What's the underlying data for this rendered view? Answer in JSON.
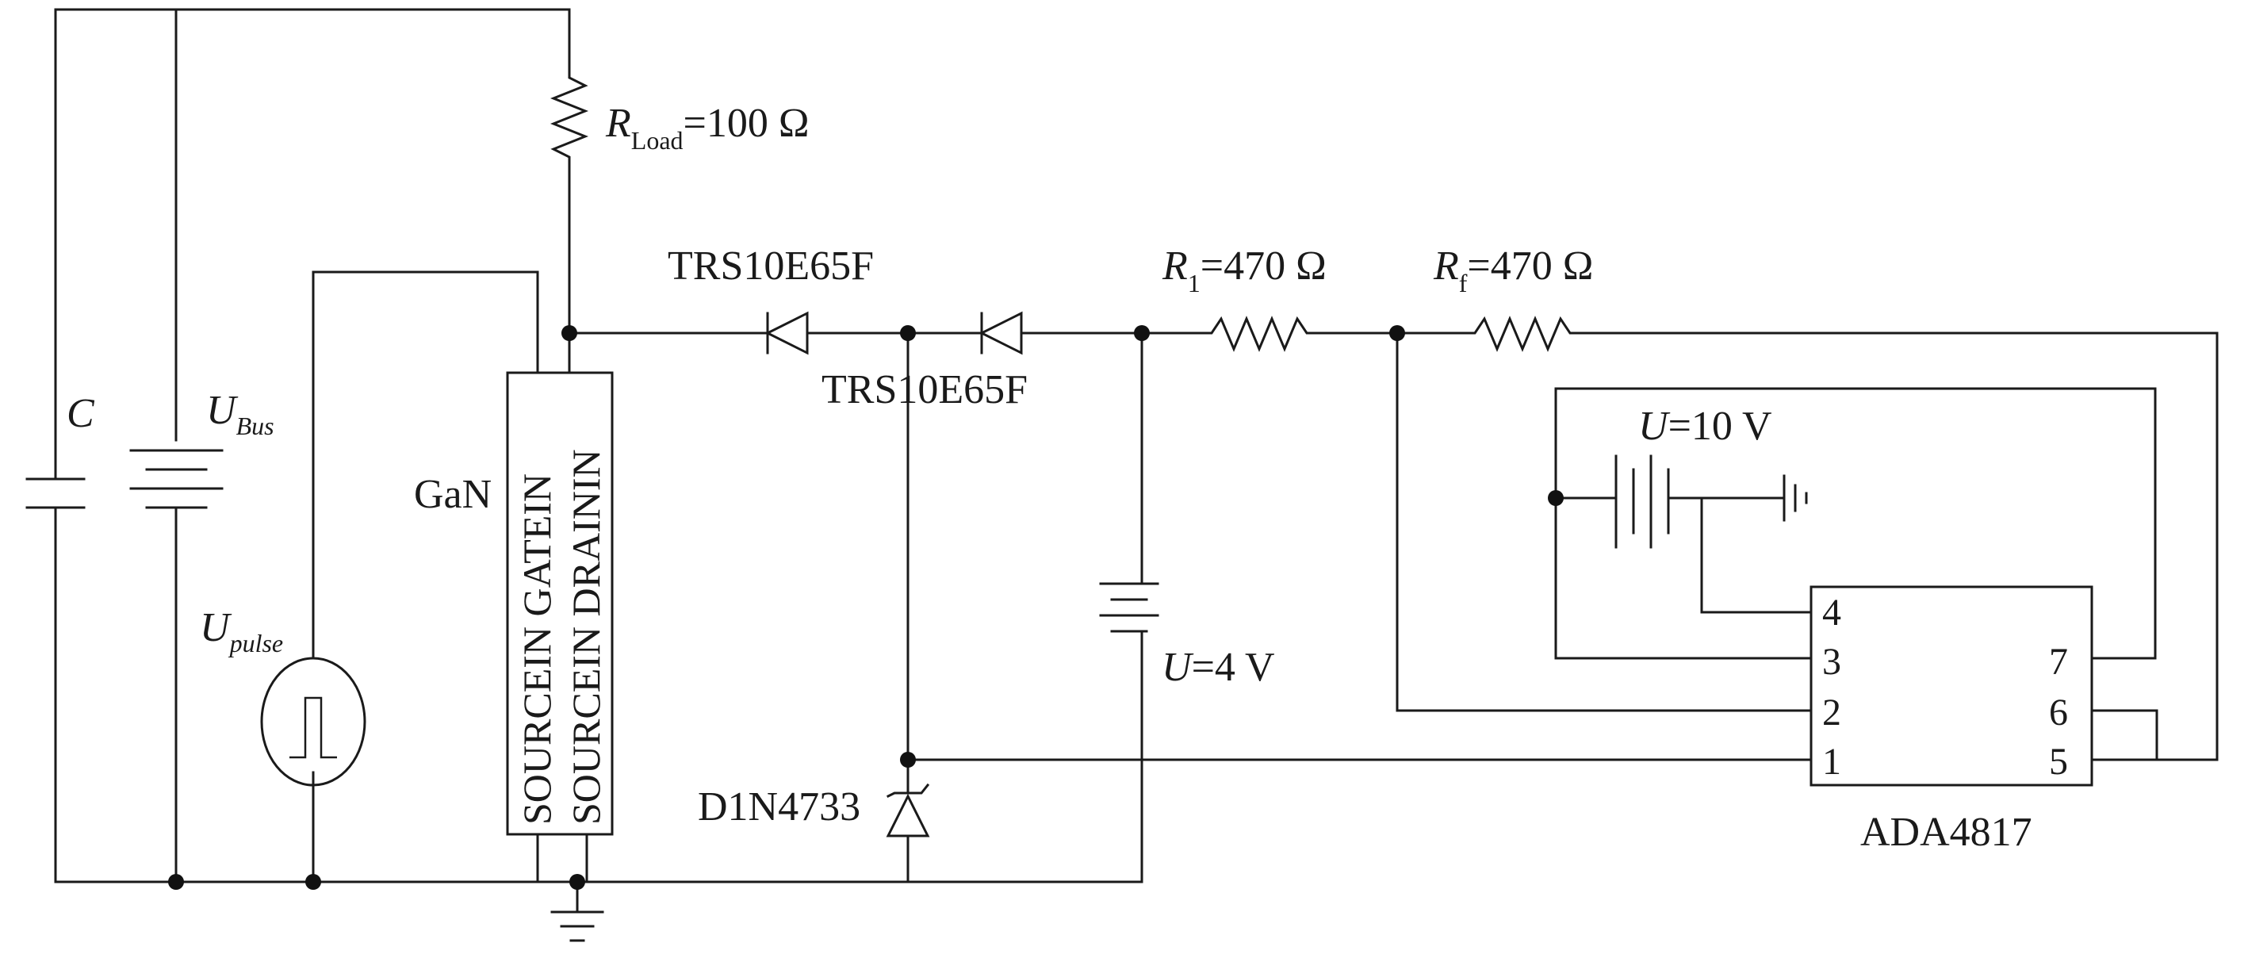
{
  "labels": {
    "r_load_symbol": "R",
    "r_load_sub": "Load",
    "r_load_value": "=100 Ω",
    "diode1": "TRS10E65F",
    "diode2": "TRS10E65F",
    "r1_symbol": "R",
    "r1_sub": "1",
    "r1_value": "=470 Ω",
    "rf_symbol": "R",
    "rf_sub": "f",
    "rf_value": "=470 Ω",
    "cap": "C",
    "ubus_symbol": "U",
    "ubus_sub": "Bus",
    "upulse_symbol": "U",
    "upulse_sub": "pulse",
    "gan": "GaN",
    "gan_col1": "SOURCEIN GATEIN",
    "gan_col2": "SOURCEIN DRAININ",
    "u10_symbol": "U",
    "u10_value": "=10 V",
    "u4_symbol": "U",
    "u4_value": "=4 V",
    "zener": "D1N4733",
    "opamp": "ADA4817"
  },
  "opamp_pins": {
    "left": [
      "4",
      "3",
      "2",
      "1"
    ],
    "right": [
      "7",
      "6",
      "5"
    ]
  }
}
